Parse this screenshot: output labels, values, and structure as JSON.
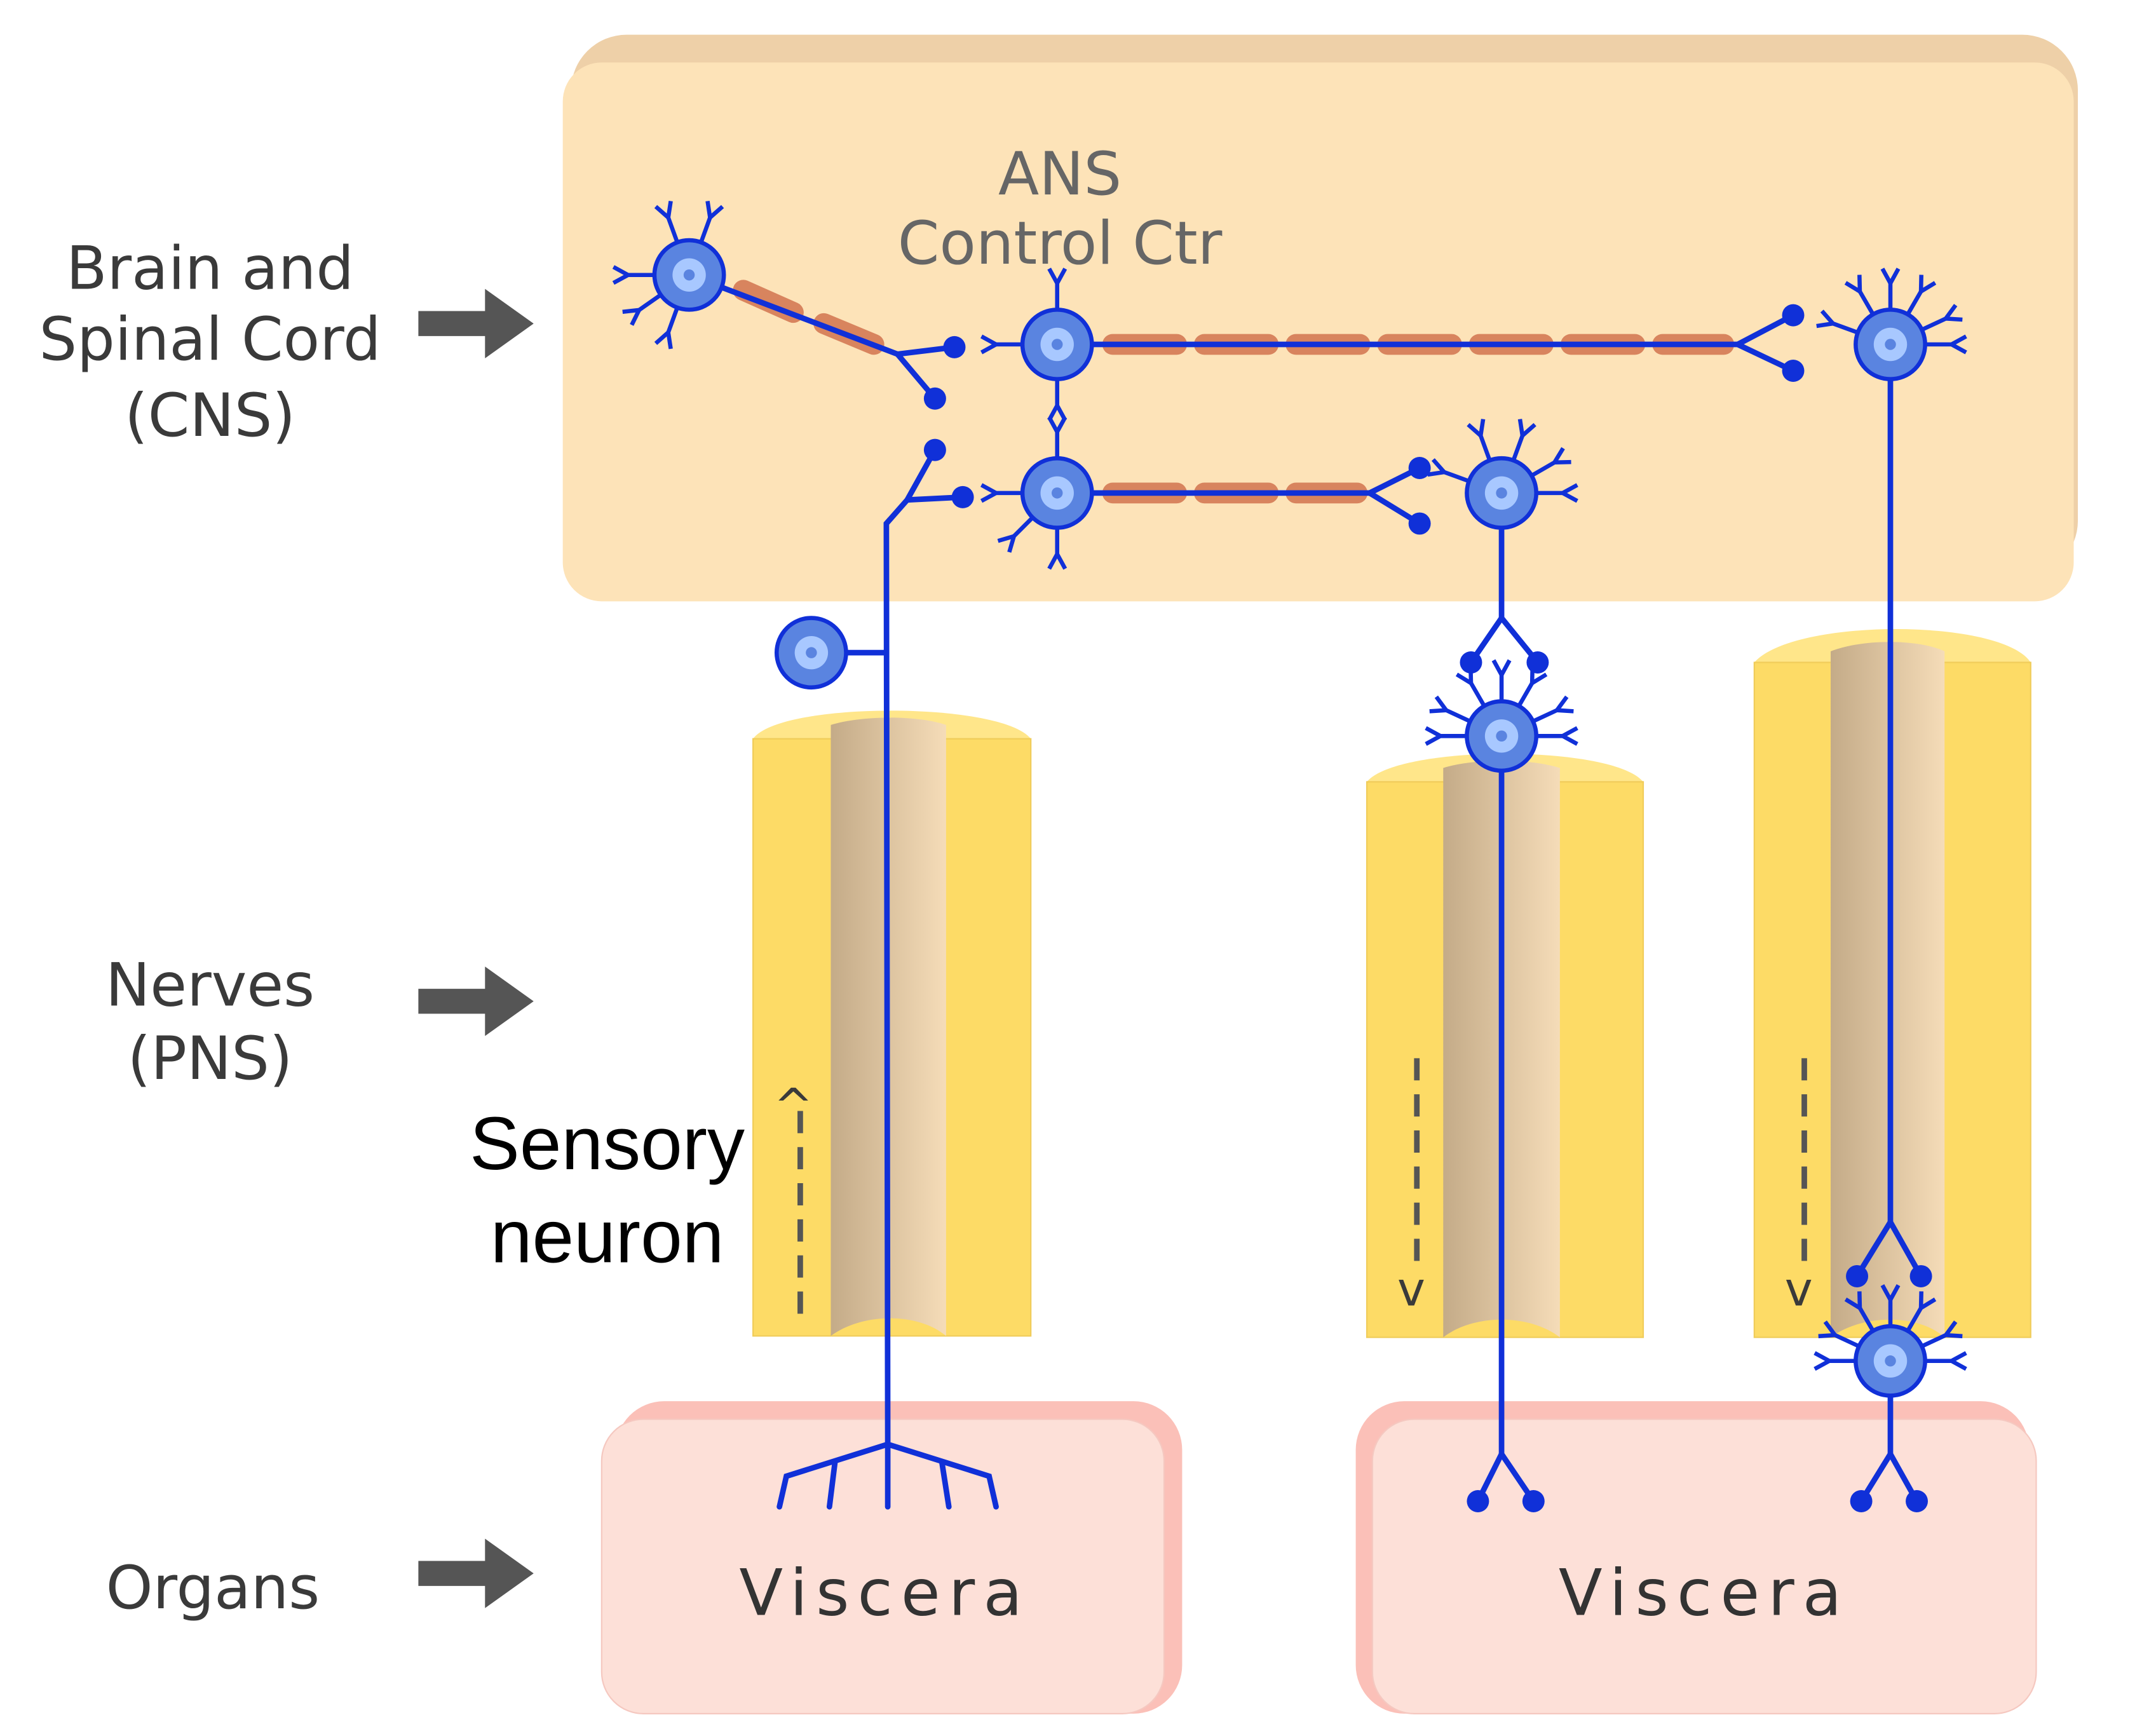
{
  "labels": {
    "cns_line1": "Brain and",
    "cns_line2": "Spinal Cord",
    "cns_line3": "(CNS)",
    "pns_line1": "Nerves",
    "pns_line2": "(PNS)",
    "organs": "Organs",
    "ans_line1": "ANS",
    "ans_line2": "Control Ctr",
    "sensory_line1": "Sensory",
    "sensory_line2": "neuron",
    "viscera_left": "Viscera",
    "viscera_right": "Viscera",
    "arrow_up_glyph": "^",
    "arrow_down_glyph": "v"
  },
  "colors": {
    "cns_fill": "#fde3b8",
    "cns_back": "#eed0a8",
    "nerve_yellow": "#fddb66",
    "nerve_cap": "#ffe68a",
    "viscera_fill": "#fde0d8",
    "viscera_back": "#fbc0b8",
    "neuron_blue": "#1030d8",
    "soma_fill": "#5a84e0",
    "nucleus_fill": "#a8c8ff",
    "myelin": "#d8845e",
    "arrow_gray": "#555555"
  },
  "icons": [
    "right-arrow-icon",
    "neuron-icon",
    "dashed-up-arrow-icon",
    "dashed-down-arrow-icon"
  ]
}
